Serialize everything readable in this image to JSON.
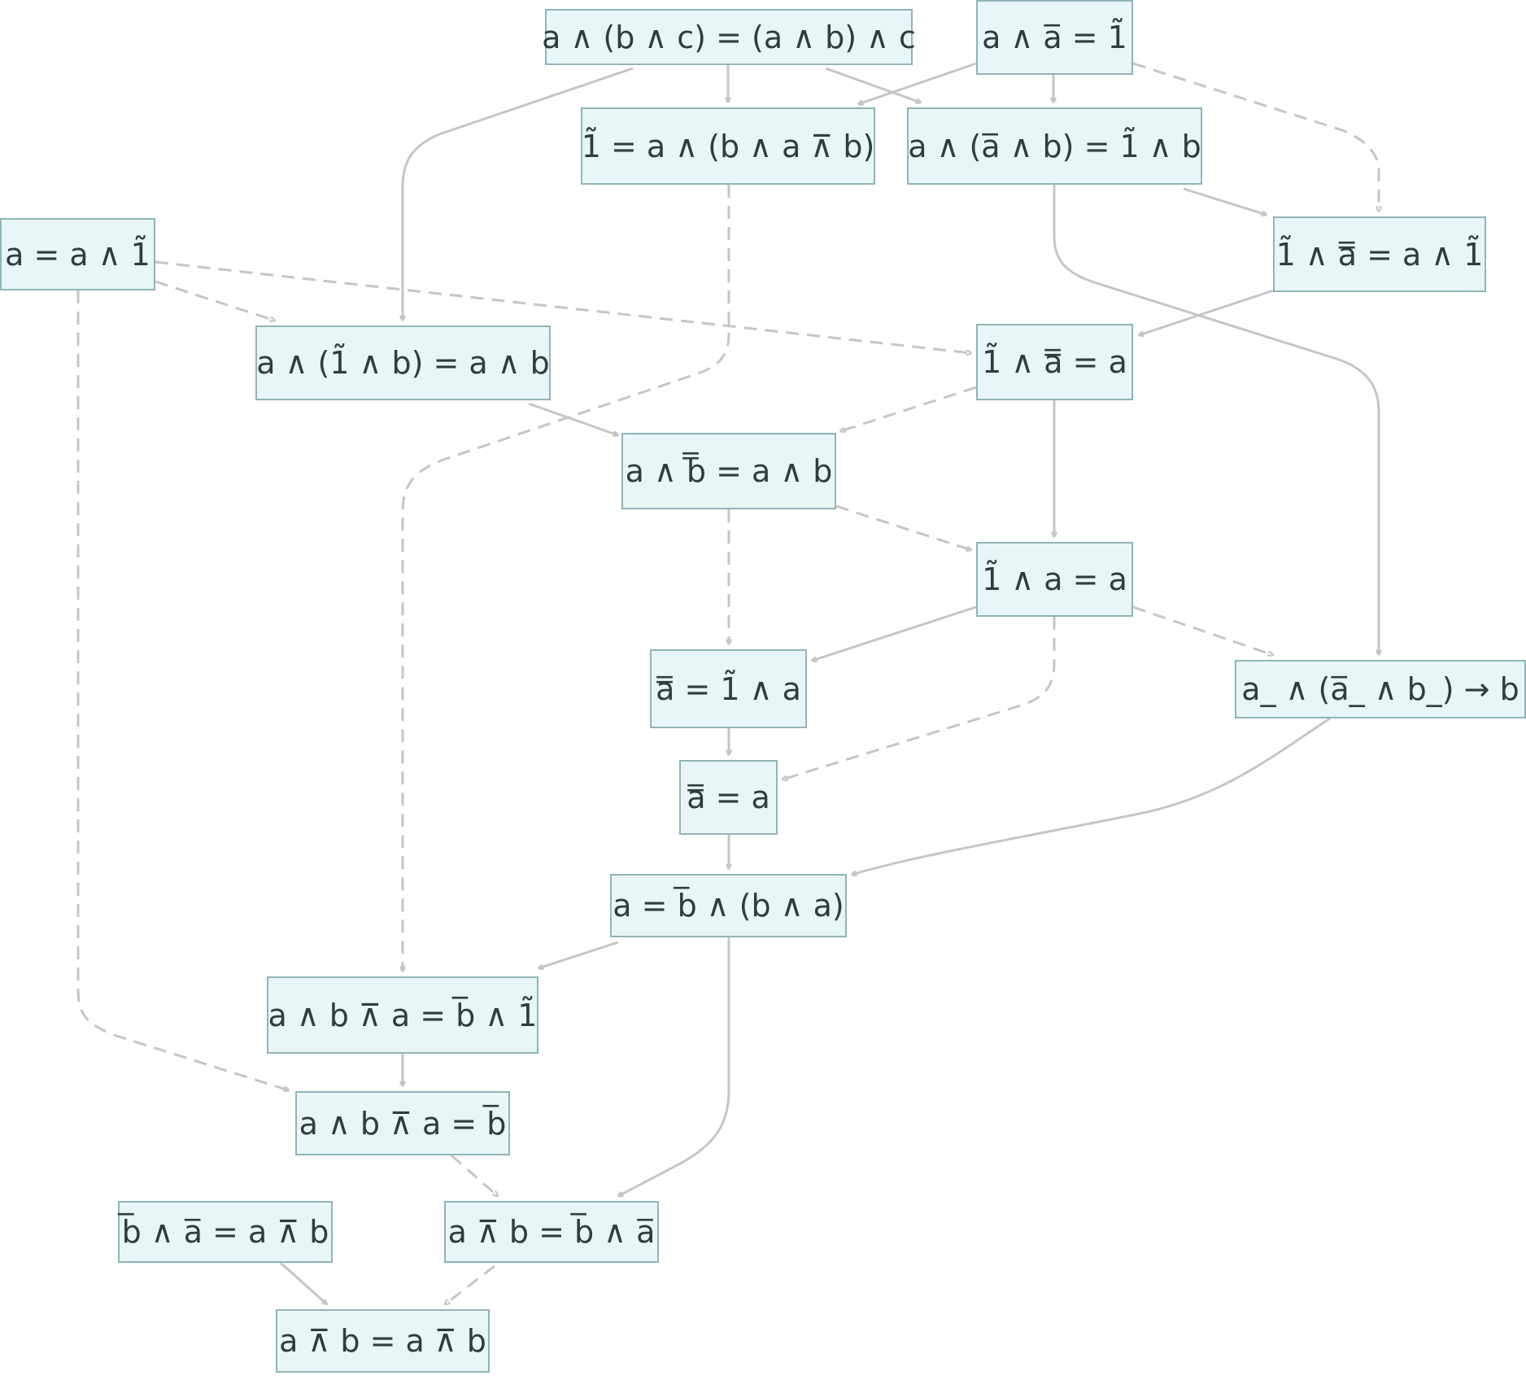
{
  "diagram": {
    "nodes": [
      {
        "id": "n1",
        "label": "a ∧ (b ∧ c) = (a ∧ b) ∧ c"
      },
      {
        "id": "n2",
        "label": "a ∧ a̅ = 1̃"
      },
      {
        "id": "n3",
        "label": "1̃ = a ∧ (b ∧ a ⊼ b)"
      },
      {
        "id": "n4",
        "label": "a ∧ (a̅ ∧ b) = 1̃ ∧ b"
      },
      {
        "id": "n5",
        "label": "a = a ∧ 1̃"
      },
      {
        "id": "n6",
        "label": "1̃ ∧ a̿ = a ∧ 1̃"
      },
      {
        "id": "n7",
        "label": "a ∧ (1̃ ∧ b) = a ∧ b"
      },
      {
        "id": "n8",
        "label": "1̃ ∧ a̿ = a"
      },
      {
        "id": "n9",
        "label": "a ∧ b̿ = a ∧ b"
      },
      {
        "id": "n10",
        "label": "1̃ ∧ a = a"
      },
      {
        "id": "n11",
        "label": "a̿ = 1̃ ∧ a"
      },
      {
        "id": "n12",
        "label": "a_ ∧ (a̅_ ∧ b_) → b"
      },
      {
        "id": "n13",
        "label": "a̿ = a"
      },
      {
        "id": "n14",
        "label": "a = b̅ ∧ (b ∧ a)"
      },
      {
        "id": "n15",
        "label": "a ∧ b ⊼ a = b̅ ∧ 1̃"
      },
      {
        "id": "n16",
        "label": "a ∧ b ⊼ a = b̅"
      },
      {
        "id": "n17",
        "label": "b̅ ∧ a̅ = a ⊼ b"
      },
      {
        "id": "n18",
        "label": "a ⊼ b = b̅ ∧ a̅"
      },
      {
        "id": "n19",
        "label": "a ⊼ b = a ⊼ b"
      }
    ],
    "edges": [
      {
        "from": "n1",
        "to": "n3",
        "style": "solid"
      },
      {
        "from": "n1",
        "to": "n4",
        "style": "solid"
      },
      {
        "from": "n1",
        "to": "n7",
        "style": "solid"
      },
      {
        "from": "n2",
        "to": "n3",
        "style": "solid"
      },
      {
        "from": "n2",
        "to": "n4",
        "style": "solid"
      },
      {
        "from": "n2",
        "to": "n6",
        "style": "dashed"
      },
      {
        "from": "n4",
        "to": "n6",
        "style": "solid"
      },
      {
        "from": "n4",
        "to": "n12",
        "style": "solid"
      },
      {
        "from": "n3",
        "to": "n15",
        "style": "dashed"
      },
      {
        "from": "n5",
        "to": "n7",
        "style": "dashed"
      },
      {
        "from": "n5",
        "to": "n8",
        "style": "dashed"
      },
      {
        "from": "n5",
        "to": "n16",
        "style": "dashed"
      },
      {
        "from": "n6",
        "to": "n8",
        "style": "solid"
      },
      {
        "from": "n7",
        "to": "n9",
        "style": "solid"
      },
      {
        "from": "n8",
        "to": "n9",
        "style": "dashed"
      },
      {
        "from": "n8",
        "to": "n10",
        "style": "solid"
      },
      {
        "from": "n9",
        "to": "n10",
        "style": "dashed"
      },
      {
        "from": "n9",
        "to": "n11",
        "style": "dashed"
      },
      {
        "from": "n10",
        "to": "n11",
        "style": "solid"
      },
      {
        "from": "n10",
        "to": "n12",
        "style": "dashed"
      },
      {
        "from": "n10",
        "to": "n13",
        "style": "dashed"
      },
      {
        "from": "n11",
        "to": "n13",
        "style": "solid"
      },
      {
        "from": "n13",
        "to": "n14",
        "style": "solid"
      },
      {
        "from": "n12",
        "to": "n14",
        "style": "solid"
      },
      {
        "from": "n14",
        "to": "n15",
        "style": "solid"
      },
      {
        "from": "n14",
        "to": "n18",
        "style": "solid"
      },
      {
        "from": "n15",
        "to": "n16",
        "style": "solid"
      },
      {
        "from": "n16",
        "to": "n18",
        "style": "dashed"
      },
      {
        "from": "n17",
        "to": "n19",
        "style": "solid"
      },
      {
        "from": "n18",
        "to": "n19",
        "style": "dashed"
      }
    ],
    "colors": {
      "node_fill": "#e9f6f7",
      "node_border": "#8fb5b7",
      "edge": "#c6c6c6",
      "text": "#2f3d3e"
    }
  }
}
